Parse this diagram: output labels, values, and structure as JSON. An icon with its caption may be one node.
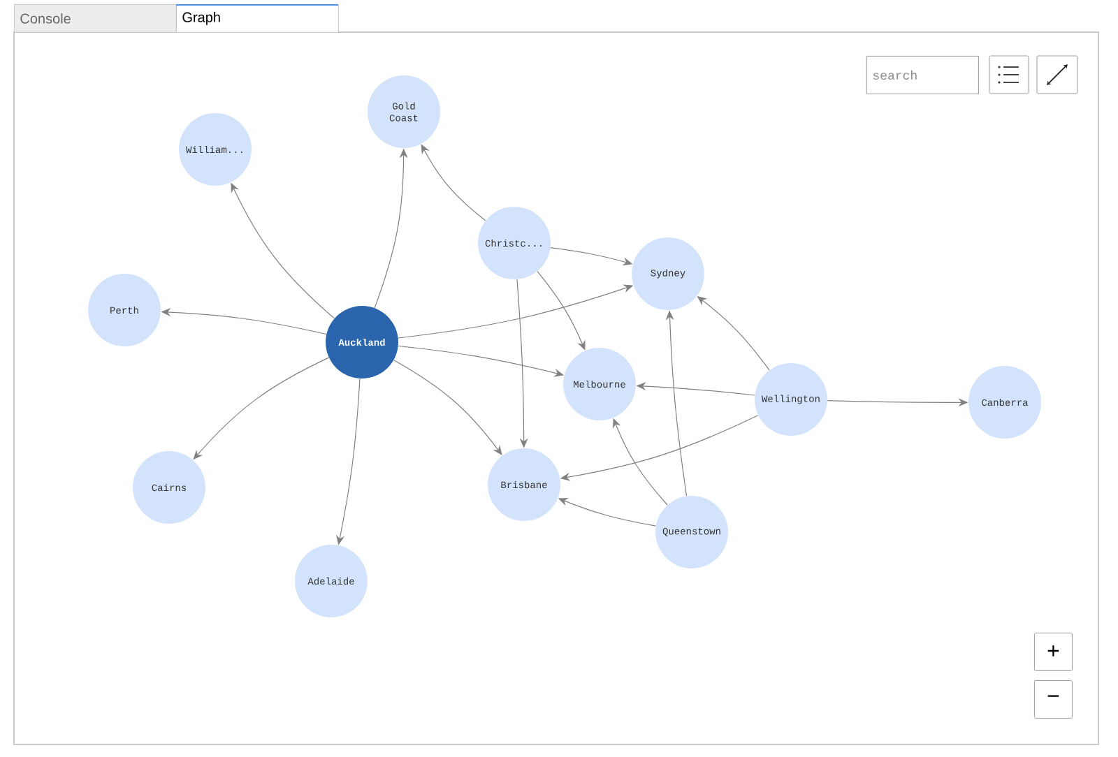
{
  "diagram": {
    "nodes": [
      {
        "text": [
          "William..."
        ]
      },
      {
        "text": [
          "Gold Coast"
        ]
      },
      {
        "text": [
          "Perth"
        ]
      },
      {
        "text": [
          "Christc..."
        ]
      },
      {
        "text": [
          "Auckland"
        ]
      },
      {
        "text": [
          "Sydney"
        ]
      },
      {
        "text": [
          "Melbourne"
        ]
      },
      {
        "text": [
          "Wellington"
        ]
      },
      {
        "text": [
          "Canberra"
        ]
      },
      {
        "text": [
          "Cairns"
        ]
      },
      {
        "text": [
          "Brisbane"
        ]
      },
      {
        "text": [
          "Queenstown"
        ]
      },
      {
        "text": [
          "Adelaide"
        ]
      }
    ],
    "edges": [
      {
        "from": 4,
        "to": 0,
        "arrow": "to"
      },
      {
        "from": 4,
        "to": 1,
        "arrow": "to"
      },
      {
        "from": 4,
        "to": 2,
        "arrow": "to"
      },
      {
        "from": 4,
        "to": 5,
        "arrow": "to"
      },
      {
        "from": 4,
        "to": 6,
        "arrow": "to"
      },
      {
        "from": 4,
        "to": 10,
        "arrow": "to"
      },
      {
        "from": 4,
        "to": 12,
        "arrow": "to"
      },
      {
        "from": 4,
        "to": 9,
        "arrow": "to"
      },
      {
        "from": 3,
        "to": 1,
        "arrow": "to"
      },
      {
        "from": 3,
        "to": 5,
        "arrow": "to"
      },
      {
        "from": 3,
        "to": 6,
        "arrow": "to"
      },
      {
        "from": 3,
        "to": 10,
        "arrow": "to"
      },
      {
        "from": 7,
        "to": 5,
        "arrow": "to"
      },
      {
        "from": 7,
        "to": 6,
        "arrow": "to"
      },
      {
        "from": 7,
        "to": 10,
        "arrow": "to"
      },
      {
        "from": 7,
        "to": 8,
        "arrow": "to"
      },
      {
        "from": 11,
        "to": 6,
        "arrow": "to"
      },
      {
        "from": 11,
        "to": 10,
        "arrow": "to"
      },
      {
        "from": 11,
        "to": 5,
        "arrow": "to"
      }
    ],
    "labels": [
      "Console",
      "Graph",
      "search",
      "+",
      "−"
    ]
  }
}
